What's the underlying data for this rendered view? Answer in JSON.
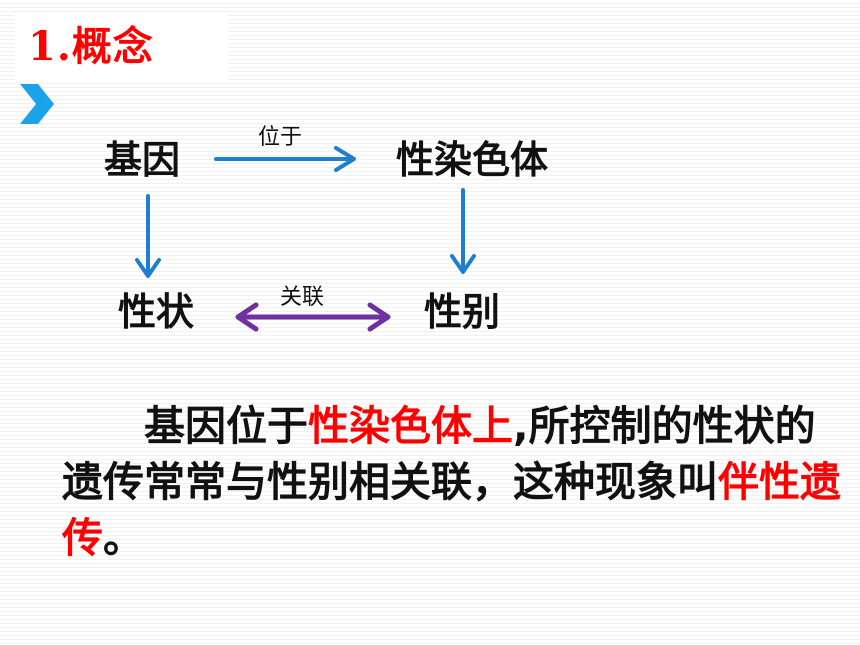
{
  "title": "1.概念",
  "icons": {
    "bullet": "chevron-right-icon"
  },
  "colors": {
    "title": "#ff0000",
    "blue_arrow": "#1e7fd0",
    "purple_arrow": "#7030a0",
    "highlight": "#ff0000",
    "chevron": "#1aa3e8"
  },
  "diagram": {
    "nodes": {
      "gene": "基因",
      "chromosome": "性染色体",
      "trait": "性状",
      "sex": "性别"
    },
    "edges": {
      "gene_to_chromosome": "位于",
      "trait_sex": "关联"
    }
  },
  "paragraph": {
    "part1": "基因位于",
    "highlight1": "性染色体上",
    "part2": ",所控制的性状的遗传常常与性别相关联，这种现象叫",
    "highlight2": "伴性遗传",
    "part3": "。"
  }
}
